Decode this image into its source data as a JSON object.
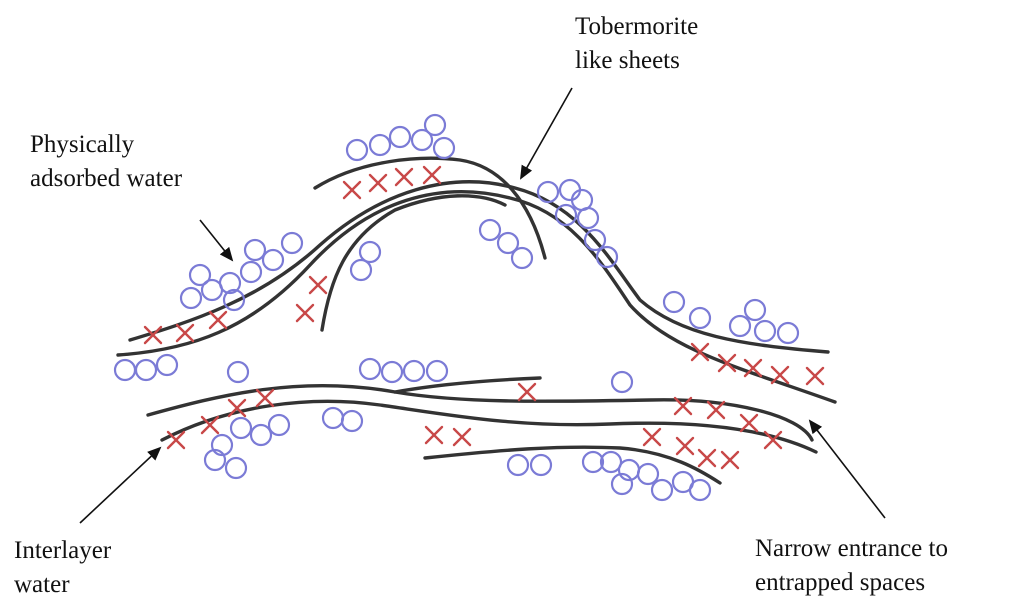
{
  "labels": {
    "tobermorite": [
      "Tobermorite",
      "like sheets"
    ],
    "physically_adsorbed": [
      "Physically",
      "adsorbed water"
    ],
    "interlayer": [
      "Interlayer",
      "water"
    ],
    "narrow_entrance": [
      "Narrow entrance to",
      "entrapped spaces"
    ]
  },
  "colors": {
    "sheet": "#333333",
    "adsorbed_water_circle": "#7b7bd6",
    "interlayer_water_cross": "#c84848",
    "leader": "#111111"
  }
}
